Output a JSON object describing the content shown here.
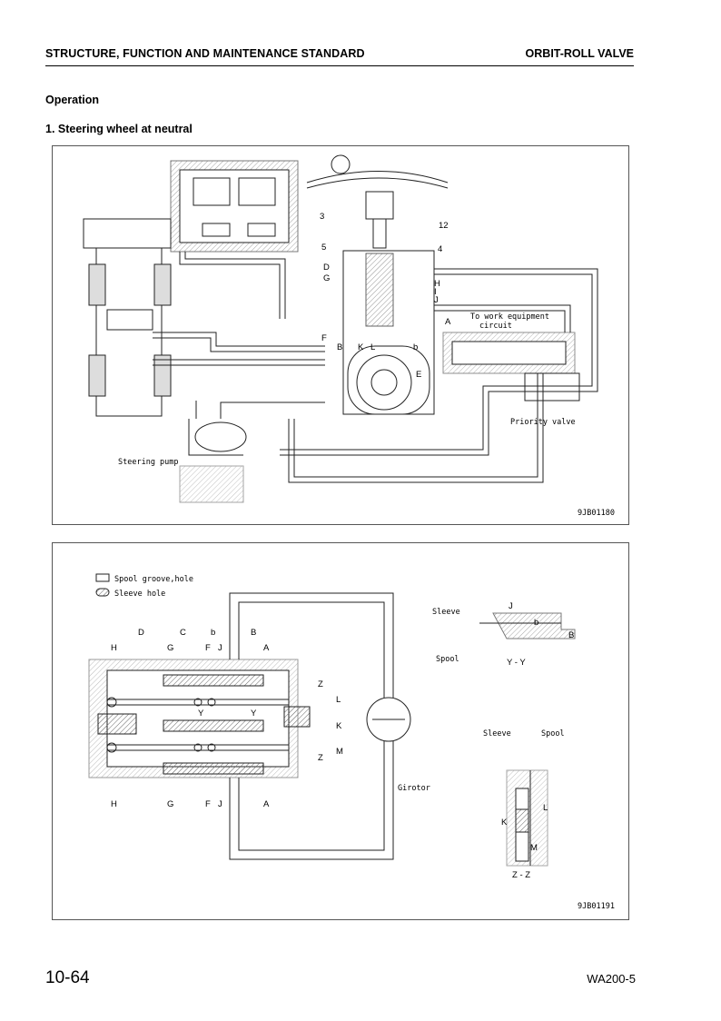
{
  "header": {
    "left": "STRUCTURE, FUNCTION AND MAINTENANCE STANDARD",
    "right": "ORBIT-ROLL VALVE"
  },
  "section": {
    "title": "Operation",
    "subtitle": "1.   Steering wheel at neutral"
  },
  "figure1": {
    "code": "9JB01180",
    "labels": {
      "n3": "3",
      "n5": "5",
      "n12": "12",
      "n4": "4",
      "D": "D",
      "G": "G",
      "F": "F",
      "B": "B",
      "K": "K",
      "L": "L",
      "b": "b",
      "E": "E",
      "H": "H",
      "I": "I",
      "J": "J",
      "A": "A"
    },
    "work_circuit_line1": "To work equipment",
    "work_circuit_line2": "circuit",
    "priority_valve": "Priority valve",
    "steering_pump": "Steering pump"
  },
  "figure2": {
    "code": "9JB01191",
    "legend_groove": "Spool groove,hole",
    "legend_sleeve": "Sleeve hole",
    "top_labels": {
      "H": "H",
      "D": "D",
      "G": "G",
      "C": "C",
      "b": "b",
      "F": "F",
      "J": "J",
      "B": "B",
      "A": "A"
    },
    "bottom_labels": {
      "H": "H",
      "G": "G",
      "F": "F",
      "J": "J",
      "A": "A"
    },
    "side_labels": {
      "Z1": "Z",
      "L": "L",
      "K": "K",
      "Z2": "Z",
      "M": "M",
      "Y1": "Y",
      "Y2": "Y"
    },
    "girotor": "Girotor",
    "yy": {
      "sleeve": "Sleeve",
      "spool": "Spool",
      "J": "J",
      "b": "b",
      "B": "B",
      "caption": "Y - Y"
    },
    "zz": {
      "sleeve": "Sleeve",
      "spool": "Spool",
      "L": "L",
      "K": "K",
      "M": "M",
      "caption": "Z - Z"
    }
  },
  "footer": {
    "page": "10-64",
    "model": "WA200-5"
  }
}
